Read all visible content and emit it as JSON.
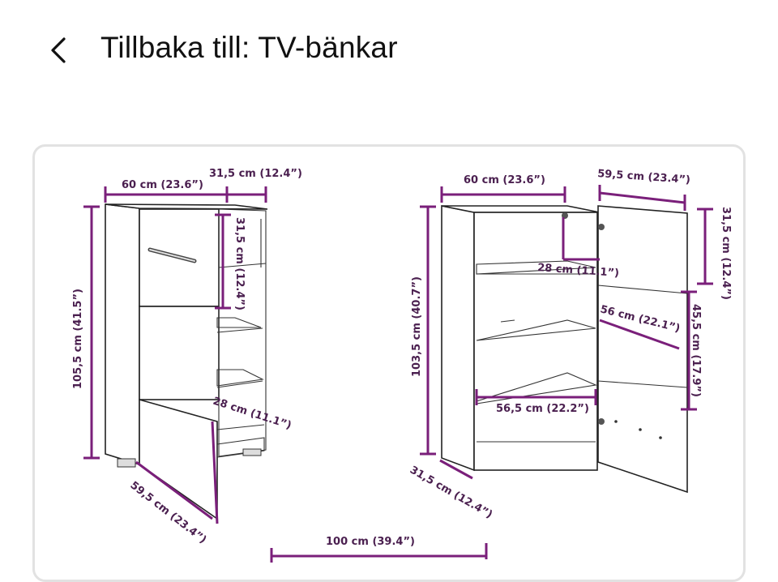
{
  "header": {
    "back_icon": "chevron-left-icon",
    "title": "Tillbaka till: TV-bänkar"
  },
  "image": {
    "left_unit": {
      "width": "60 cm (23.6”)",
      "depth_top": "31,5 cm (12.4”)",
      "height": "105,5 cm (41.5”)",
      "compartment": "31,5 cm (12.4”)",
      "shelf_depth": "28 cm (11.1”)",
      "door_width": "59,5 cm (23.4”)"
    },
    "right_unit": {
      "width": "60 cm (23.6”)",
      "door_width": "59,5 cm (23.4”)",
      "height": "103,5 cm (40.7”)",
      "shelf_depth": "28 cm (11.1”)",
      "inner_width_top": "56 cm (22.1”)",
      "inner_width_bottom": "56,5 cm (22.2”)",
      "door_section_top": "31,5 cm (12.4”)",
      "door_section_mid": "45,5 cm (17.9”)",
      "depth": "31,5 cm (12.4”)"
    },
    "bottom_width": "100 cm (39.4”)"
  }
}
